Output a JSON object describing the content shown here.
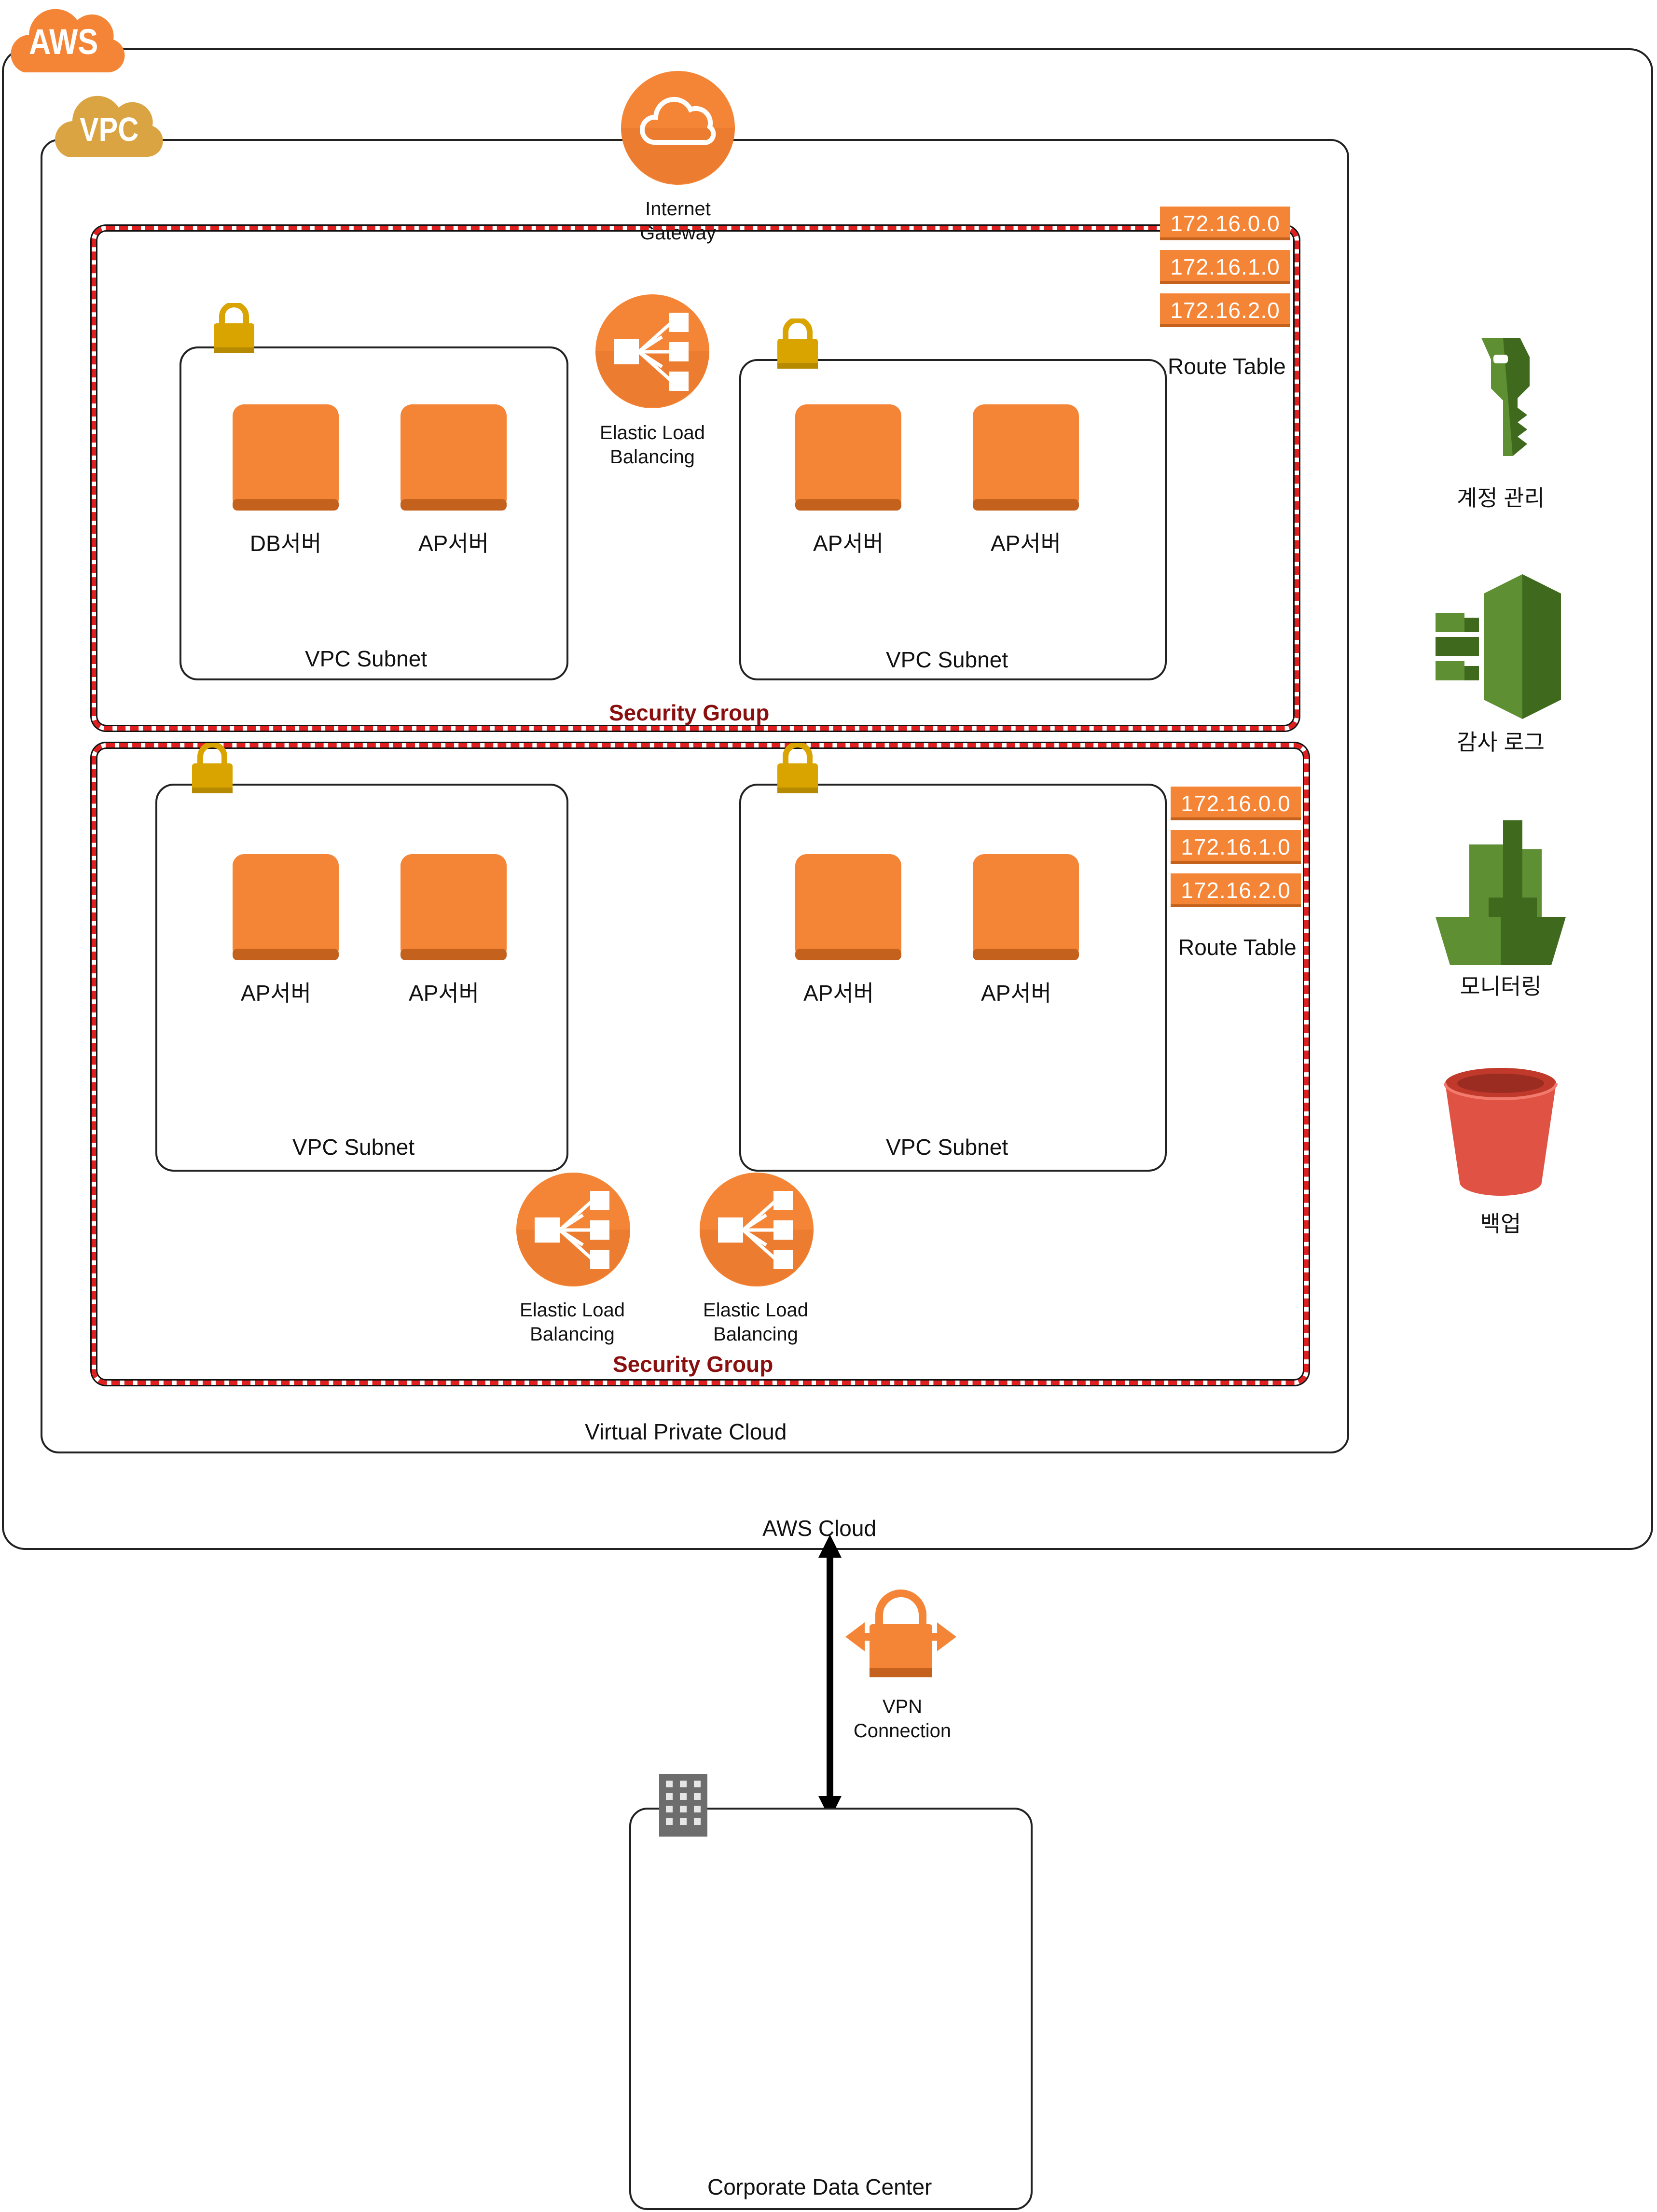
{
  "aws": {
    "badge": "AWS",
    "cloud_label": "AWS Cloud"
  },
  "vpc": {
    "badge": "VPC",
    "label": "Virtual Private Cloud"
  },
  "igw": {
    "label_line1": "Internet",
    "label_line2": "Gateway"
  },
  "security_groups": [
    {
      "label": "Security Group"
    },
    {
      "label": "Security Group"
    }
  ],
  "subnets": [
    {
      "label": "VPC Subnet",
      "instances": [
        "DB서버",
        "AP서버"
      ]
    },
    {
      "label": "VPC Subnet",
      "instances": [
        "AP서버",
        "AP서버"
      ]
    },
    {
      "label": "VPC Subnet",
      "instances": [
        "AP서버",
        "AP서버"
      ]
    },
    {
      "label": "VPC Subnet",
      "instances": [
        "AP서버",
        "AP서버"
      ]
    }
  ],
  "elb": {
    "label_line1": "Elastic Load",
    "label_line2": "Balancing"
  },
  "route_tables": [
    {
      "entries": [
        "172.16.0.0",
        "172.16.1.0",
        "172.16.2.0"
      ],
      "label": "Route Table"
    },
    {
      "entries": [
        "172.16.0.0",
        "172.16.1.0",
        "172.16.2.0"
      ],
      "label": "Route Table"
    }
  ],
  "services": [
    {
      "icon": "key-icon",
      "label": "계정 관리",
      "color": "#5e8f33"
    },
    {
      "icon": "audit-log-icon",
      "label": "감사 로그",
      "color": "#5e8f33"
    },
    {
      "icon": "monitoring-icon",
      "label": "모니터링",
      "color": "#5e8f33"
    },
    {
      "icon": "bucket-icon",
      "label": "백업",
      "color": "#e05243"
    }
  ],
  "vpn": {
    "label_line1": "VPN",
    "label_line2": "Connection"
  },
  "datacenter": {
    "label": "Corporate Data Center"
  },
  "colors": {
    "orange": "#f58536",
    "lock": "#d9a400",
    "sg_border": "#e02020",
    "green": "#5e8f33",
    "red": "#e05243"
  }
}
